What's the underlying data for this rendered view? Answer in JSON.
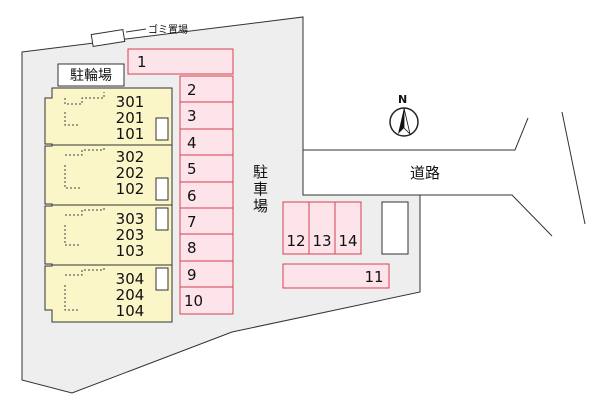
{
  "labels": {
    "garbage": "ゴミ置場",
    "bicycle_parking": "駐輪場",
    "parking_lot": "駐車場",
    "road": "道路",
    "north": "N"
  },
  "units": {
    "block1": [
      "301",
      "201",
      "101"
    ],
    "block2": [
      "302",
      "202",
      "102"
    ],
    "block3": [
      "303",
      "203",
      "103"
    ],
    "block4": [
      "304",
      "204",
      "104"
    ]
  },
  "parking": {
    "top": "1",
    "column": [
      "2",
      "3",
      "4",
      "5",
      "6",
      "7",
      "8",
      "9",
      "10"
    ],
    "group": [
      "12",
      "13",
      "14"
    ],
    "wide": "11"
  },
  "colors": {
    "building_fill": "#fbf6c8",
    "space_fill": "#fde3ea",
    "space_stroke": "#d8404f",
    "site_fill": "#eeeeee",
    "line": "#333333"
  }
}
